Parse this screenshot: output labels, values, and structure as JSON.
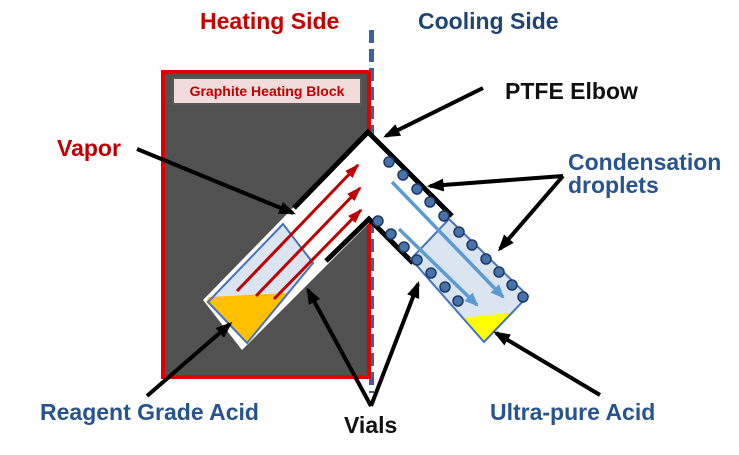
{
  "sections": {
    "heating": {
      "label": "Heating Side"
    },
    "cooling": {
      "label": "Cooling Side"
    }
  },
  "components": {
    "graphite_block": "Graphite Heating Block",
    "vapor": "Vapor",
    "ptfe_elbow": "PTFE Elbow",
    "condensation": {
      "line1": "Condensation",
      "line2": "droplets"
    },
    "reagent_acid": "Reagent Grade Acid",
    "vials": "Vials",
    "ultrapure_acid": "Ultra-pure Acid"
  },
  "icons": {
    "arrow_annotation": "black-arrow-icon",
    "arrow_vapor": "red-vapor-arrow-icon",
    "arrow_condensate": "blue-condensate-arrow-icon",
    "droplet": "condensation-droplet-icon"
  },
  "colors": {
    "background": "#ffffff",
    "heating_text": "#c80000",
    "cooling_text": "#1f4473",
    "label_blue": "#27538f",
    "annotation": "#111111",
    "block_fill": "#515151",
    "block_border": "#e00000",
    "header_fill": "#f2dcdb",
    "header_border": "#595959",
    "graphite_text": "#c00000",
    "vial_fill": "#dbe5f1",
    "vial_stroke": "#4472c4",
    "reagent_liquid": "#ffc000",
    "ultrapure_liquid": "#ffff00",
    "vapor_arrow": "#c00000",
    "condensate": "#5b9bd5",
    "droplet_fill": "#4673a8",
    "droplet_stroke": "#1f3864",
    "divider": "#3a639c"
  }
}
